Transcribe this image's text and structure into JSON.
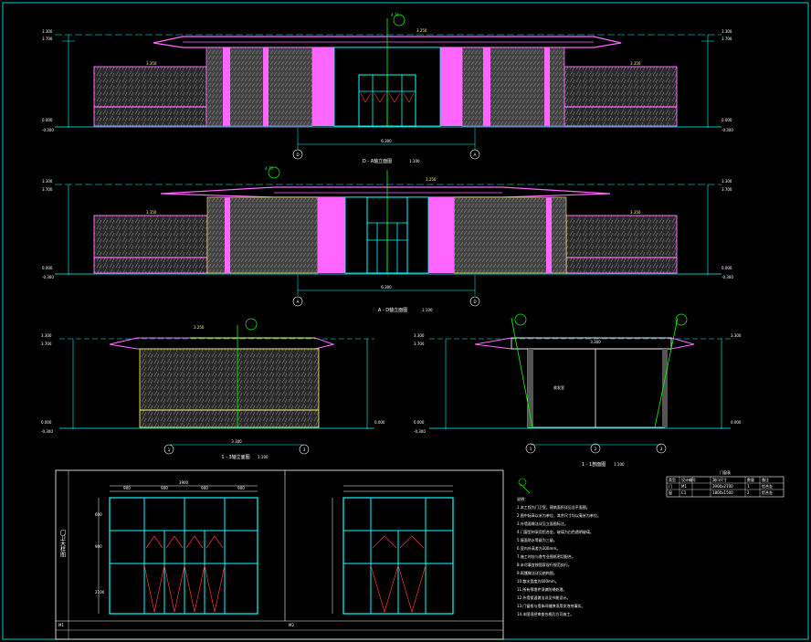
{
  "drawing": {
    "elev_top": {
      "title": "D - A轴立面图",
      "scale": "1:100",
      "axis_left": "D",
      "axis_right": "A",
      "total_dim": "6.300",
      "lvl_top": "3.300",
      "lvl_mid": "3.700",
      "lvl_roof": "3.250",
      "lvl_ground": "0.000",
      "lvl_base": "-0.300",
      "lvl_band": "3.350",
      "tag": "4.75"
    },
    "elev_mid": {
      "title": "A - D轴立面图",
      "scale": "1:100",
      "axis_left": "A",
      "axis_right": "D",
      "total_dim": "6.300",
      "lvl_top": "3.300",
      "lvl_mid": "3.700",
      "lvl_roof": "3.250",
      "lvl_ground": "0.000",
      "lvl_base": "-0.300",
      "lvl_band": "3.350",
      "tag": "4.75"
    },
    "elev_side": {
      "title": "1 - 3轴立面图",
      "scale": "1:100",
      "axis_left": "1",
      "axis_right": "3",
      "total_dim": "3.300",
      "lvl_top": "3.300",
      "lvl_mid": "3.700",
      "lvl_roof": "3.250",
      "lvl_ground": "0.000",
      "lvl_base": "-0.300"
    },
    "section": {
      "title": "1 - 1剖面图",
      "scale": "1:100",
      "axes": [
        "1",
        "2",
        "3"
      ],
      "room": "收发室",
      "span": "3.300",
      "lvl_top": "3.300",
      "lvl_mid": "3.700",
      "lvl_ground": "0.000",
      "lvl_base": "-0.300"
    },
    "door": {
      "vertical_title": "门卫大样图",
      "dims_top": [
        "3900",
        "900",
        "900",
        "900",
        "900"
      ],
      "dims_side": [
        "2100",
        "900",
        "600"
      ],
      "label_a": "M1",
      "label_b": "M2"
    },
    "notes": {
      "heading": "说明：",
      "lines": [
        "1.本工程为门卫室，建筑面积详见总平面图。",
        "2.图中标高以米为单位，其余尺寸均以毫米为单位。",
        "3.外墙面做法详见立面图标注。",
        "4.门窗型材采用铝合金，玻璃为白色透明玻璃。",
        "5.屋面防水等级为三级。",
        "6.室内外高差为300mm。",
        "7.施工时应与各专业图纸密切配合。",
        "8.未尽事宜按国家现行规范执行。",
        "9.雨篷做法详见结构图。",
        "10.散水宽度为600mm。",
        "11.所有预埋件须做防锈处理。",
        "12.外墙保温做法详见节能设计。",
        "13.门窗框与墙体间缝隙须用发泡剂填实。",
        "14.本图须经审查合格后方可施工。"
      ]
    },
    "table": {
      "caption": "门窗表",
      "headers": [
        "类型",
        "设计编号",
        "洞口尺寸",
        "数量",
        "备注"
      ],
      "rows": [
        [
          "门",
          "M1",
          "3900x2700",
          "1",
          "铝合金"
        ],
        [
          "窗",
          "C1",
          "1800x1500",
          "2",
          "铝合金"
        ]
      ]
    },
    "colors": {
      "bg": "#000000",
      "cyan": "#00ffff",
      "magenta": "#ff66ff",
      "green": "#00ff00",
      "yellow": "#ffff66",
      "white": "#ffffff",
      "wall": "#555555"
    }
  }
}
